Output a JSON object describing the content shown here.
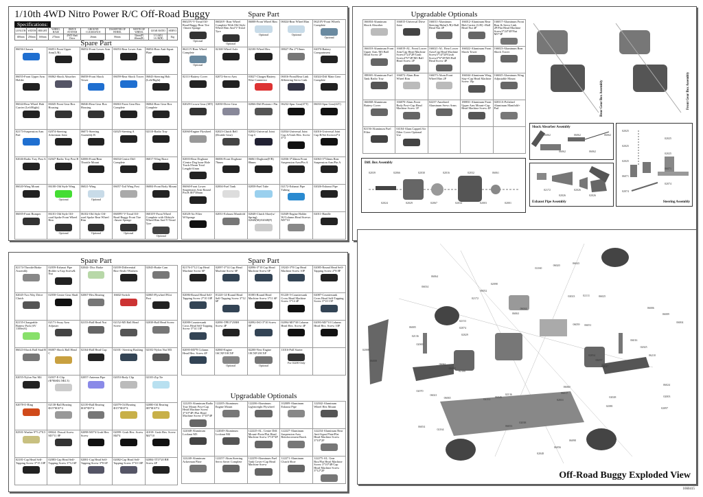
{
  "title": "1/10th 4WD Nitro Power R/C  Off-Road Buggy",
  "specs_label": "Specifications:",
  "specs": {
    "headers": [
      "LENGTH",
      "WIDTH",
      "HEIGHT",
      "WHEEL BASE",
      "DRIVE SYSTEM",
      "GROUND CLEARANCE",
      "DIAMETER OF WHEEL",
      "WIDTH OF WHEEL",
      "GEAR RATIO",
      "SERVO"
    ],
    "values": [
      "400mm",
      "250mm",
      "160mm",
      "275mm",
      "4WD Shaft Drive",
      "26mm",
      "86mm",
      "32mm(F) 40mm(R)",
      "1:5.44(L) 1:6.38(H)",
      "3kg"
    ]
  },
  "spare_heading": "Spare Part",
  "optionals_heading": "Upgradable Optionals",
  "optional_label": "Optional",
  "grid_tl_a": [
    {
      "t": "06056-Chassis",
      "c": "#1f6fd0"
    },
    {
      "t": "06051-Front Upper Arm(L/R)",
      "c": "#222"
    },
    {
      "t": "06052-Front Lower Arm",
      "c": "#222"
    },
    {
      "t": "06053-Rear Lower Arm",
      "c": "#222"
    },
    {
      "t": "06054-Rear Anti-Squat Plate",
      "c": "#222"
    },
    {
      "t": "06055-Front Upper Arm Holder",
      "c": "#222"
    },
    {
      "t": "06062-Shock Absorber",
      "c": "#556"
    },
    {
      "t": "06058-Front Shock Tower",
      "c": "#1f6fd0"
    },
    {
      "t": "06059-Rear Shock Tower",
      "c": "#1f6fd0"
    },
    {
      "t": "06043-Steering Hub (Left/Right)",
      "c": "#222"
    },
    {
      "t": "06044-Rear Wheel Hub Carrier (Left/Right)",
      "c": "#222"
    },
    {
      "t": "06045-Front Gear Box Housing",
      "c": "#333"
    },
    {
      "t": "06046-Rear Gear Box Housing",
      "c": "#333"
    },
    {
      "t": "06063-Front Gear Box Complete",
      "c": "#222"
    },
    {
      "t": "06064-Rear Gear Box Complete",
      "c": "#222"
    },
    {
      "t": "02173-Suspension Arm Pad",
      "c": "#1f6fd0"
    },
    {
      "t": "02074-Steering Ackerman Joint",
      "c": "#222"
    },
    {
      "t": "06071-Steering Assembly B",
      "c": "#222"
    },
    {
      "t": "02025-Steering A",
      "c": "#222"
    },
    {
      "t": "02110-Radio Tray",
      "c": "#222"
    },
    {
      "t": "02046-Radio Tray Post   A",
      "c": "#222"
    },
    {
      "t": "02047-Radio Tray Post   B",
      "c": "#222"
    },
    {
      "t": "02006-Front/Rear Throttle Mount",
      "c": "#222"
    },
    {
      "t": "06034-Centre Diff Complete",
      "c": "#222"
    },
    {
      "t": "06017-Wing Brace",
      "c": "#222"
    },
    {
      "t": "06020-Wing Mount",
      "c": "#222"
    },
    {
      "t": "06100-Old Style Wing",
      "c": "#44dd33",
      "o": true
    },
    {
      "t": "06021-Wing",
      "c": "#c8dbe8",
      "o": true
    },
    {
      "t": "06057-Tail Wing Post",
      "c": "#aaa"
    },
    {
      "t": "06004-Front Body Mount",
      "c": "#222"
    },
    {
      "t": "06005-Front Bumper",
      "c": "#333"
    },
    {
      "t": "06101-Old Style Off-road Spoke Front Wheel Rim",
      "c": "#333",
      "o": true
    },
    {
      "t": "06102-Old Style Off-road Spoke Rear Wheel Rim",
      "c": "#333",
      "o": true
    },
    {
      "t": "06009V-V-Tread Off-Road Buggy Front Tire +Insert Sponge",
      "c": "#333",
      "o": true
    },
    {
      "t": "06010V-Front Wheel Complete with Oldstyle Wheel Rim And V-Tread Tyre",
      "c": "#444",
      "o": true
    }
  ],
  "grid_tl_b": [
    {
      "t": "06025V-V-Tread Off-Road Buggy Rear Tire +Insert Sponge",
      "c": "#333",
      "o": true
    },
    {
      "t": "06026V- Rear Wheel Complete With Old Style Wheel Rim And V-Tread Tyre",
      "c": "#333",
      "o": true
    },
    {
      "t": "06008-Front Wheel Rim",
      "c": "#c8dbe8",
      "o": true
    },
    {
      "t": "06024-Rear Wheel Rim",
      "c": "#c8dbe8",
      "o": true
    },
    {
      "t": "06210V-Front Wheels Complete",
      "c": "#6a8aa0",
      "o": true
    },
    {
      "t": "06211V-Rear Wheel Complete",
      "c": "#6a8aa0",
      "o": true
    },
    {
      "t": "02168-Wheel Axle",
      "c": "#222"
    },
    {
      "t": "02100-Wheel Hex.",
      "c": "#222"
    },
    {
      "t": "08027-Pin 2*10mm",
      "c": "#777"
    },
    {
      "t": "02070-Battery Compartment",
      "c": "#222"
    },
    {
      "t": "02111-Battery Cover",
      "c": "#222"
    },
    {
      "t": "02072-Servo Arm",
      "c": "#222"
    },
    {
      "t": "03027-Charger/Battery Wire Connector",
      "c": "#d33"
    },
    {
      "t": "06016-Front/Rear Link &Steering Servo Link",
      "c": "#334"
    },
    {
      "t": "02024-Diff Main Gear Complete",
      "c": "#222"
    },
    {
      "t": "02029-Crown Gear (38T)",
      "c": "#333"
    },
    {
      "t": "02030-Drive Gear",
      "c": "#889"
    },
    {
      "t": "02066-Diff.Pinions+ Pin",
      "c": "#555"
    },
    {
      "t": "06232-Spur Gear(47T)",
      "c": "#111"
    },
    {
      "t": "06033-Spur Gear(42T)",
      "c": "#111"
    },
    {
      "t": "02060-Engine Flywheel",
      "c": "#999"
    },
    {
      "t": "02023-Clutch Bell (Double Gear)",
      "c": "#444"
    },
    {
      "t": "02032-Universal Joint Cup C",
      "c": "#223"
    },
    {
      "t": "02034-Universal Joint Cup A/Grub Hex. Screw 4*4",
      "c": "#111"
    },
    {
      "t": "02016-Universal Joint Cup B/Set Screws4*4",
      "c": "#111"
    },
    {
      "t": "02003-Rear Dogbone /Centre Dog bone Hole Track:55mm Total Length:61mm",
      "c": "#222"
    },
    {
      "t": "06006-Front Dogbone 76mm",
      "c": "#222"
    },
    {
      "t": "06061-Dogbone(F/R) 86mm",
      "c": "#222"
    },
    {
      "t": "02036-3*44mm Front Suspension Arm/Pin A",
      "c": "#222"
    },
    {
      "t": "02063-3*54mm Rear Suspension Arm/Pin A",
      "c": "#222"
    },
    {
      "t": "06060-Front Lower Suspension Arm Round Pin B Φ3*38mm",
      "c": "#222"
    },
    {
      "t": "02004-Fuel Tank",
      "c": "#ddd"
    },
    {
      "t": "02058-Fuel Tube",
      "c": "#9ad0ee"
    },
    {
      "t": "02172-Exhaust Pipe Tubing",
      "c": "#2a8ad0"
    },
    {
      "t": "02026-Exhaust Pipe",
      "c": "#222"
    },
    {
      "t": "02028-Air Filter W/Sponge",
      "c": "#111"
    },
    {
      "t": "02031-Exhaust Manifold",
      "c": "#777"
    },
    {
      "t": "02048-Clutch Shoe(w/ Spring) 02048(M)/02048(F)",
      "c": "#ccc"
    },
    {
      "t": "02049-Engine Holder W/Column Head Screws   M3*10",
      "c": "#888"
    },
    {
      "t": "02011-Handle",
      "c": "#222"
    }
  ],
  "grid_tr": [
    {
      "t": "166004-Aluminum Shock Absorber",
      "c": "#bbb"
    },
    {
      "t": "166015-Universal Drive Joint",
      "c": "#444"
    },
    {
      "t": "166011-Aluminum Steering Hubs(L/R)+Ball Head Nut 4P",
      "c": "#666"
    },
    {
      "t": "166012-Aluminum Rear Hub Carrier (L/R) +Ball Head Nut 4P",
      "c": "#666"
    },
    {
      "t": "166017-Aluminum Front Rear & Servo Link 2P/Flat Head Machine Screw3*24*4P/Nut M3*4P",
      "c": "#777"
    },
    {
      "t": "166018-Aluminum Front Upper Arm /M3 Ball Head Screw 2P",
      "c": "#666"
    },
    {
      "t": "166019-AL. Front Lower Arm/Cap Head Machine Screw3*24*2P/Grub Screw4*6*2P/M3 Ball Head Screw 2P",
      "c": "#666"
    },
    {
      "t": "166021-AL. Rear Lower Arm/Cap Head Machine Screw3*14*2P/Grub Screw4*6*2P/M3 Ball Head Screw 4P",
      "c": "#666"
    },
    {
      "t": "166022-Aluminum Front Shock Tower",
      "c": "#666"
    },
    {
      "t": "166023-Aluminum Rear Shock Tower",
      "c": "#666"
    },
    {
      "t": "188065-Aluminum Fuel Tank Radio Tray",
      "c": "#555"
    },
    {
      "t": "166072-Alum.Rear Wheel Rim",
      "c": "#bbb"
    },
    {
      "t": "166073-Alum.Front Wheel Rim    2P",
      "c": "#bbb"
    },
    {
      "t": "166044-Aluminum Wing Stay+Cap Head Machine Screw 10p",
      "c": "#555"
    },
    {
      "t": "166045-Aluminum Wing Adjustable Mount",
      "c": "#666"
    },
    {
      "t": "166068-Aluminum Battery  Cover",
      "c": "#666"
    },
    {
      "t": "166070-Alum.Front Body Post+Cap Head Machine Screw 1P",
      "c": "#666"
    },
    {
      "t": "02237-Anodized Aluminum Servo Arms",
      "c": "#666"
    },
    {
      "t": "188831-Aluminum Front Upper Arm Mount+Cap Head Machine Screw 4P",
      "c": "#555"
    },
    {
      "t": "02031A-Polished Aluminum Manifold+ Pad",
      "c": "#777"
    },
    {
      "t": "02156-Aluminum Fuel Filter",
      "c": "#444"
    },
    {
      "t": "04104-Alum.Capped Air Filter Cover Optional Use",
      "c": "#444"
    },
    {
      "t": ""
    },
    {
      "t": ""
    },
    {
      "t": ""
    }
  ],
  "grid_bl_a": [
    {
      "t": "02174-Throttle/Brake Assembly",
      "c": "#888"
    },
    {
      "t": "02059-Exhaust Pipe Holder w/Cap Screw& Nut",
      "c": "#222"
    },
    {
      "t": "02044- Disc Brake",
      "c": "#b8d8a8"
    },
    {
      "t": "02039-Differential Box+Seals+Washers",
      "c": "#222"
    },
    {
      "t": "02043-Brake Cam",
      "c": "#777"
    },
    {
      "t": "02045-Two Way Drive Clutch",
      "c": "#555"
    },
    {
      "t": "02058-Centre Gear Shaft",
      "c": "#111"
    },
    {
      "t": "02067-Hex.Bearing",
      "c": "#777"
    },
    {
      "t": "16602-Switch",
      "c": "#c33"
    },
    {
      "t": "02065-Flywheel Pilot Post",
      "c": "#222"
    },
    {
      "t": "02155-Chargeable Battery Pack (6V 1100mA)",
      "c": "#88e06a"
    },
    {
      "t": "02171-Sway Arm Adjuster",
      "c": "#444"
    },
    {
      "t": "02153-Ball Head Nut",
      "c": "#666"
    },
    {
      "t": "02152-M5 Ball Head Screw",
      "c": "#555"
    },
    {
      "t": "02038-Ball Head Screw",
      "c": "#777"
    },
    {
      "t": "06023-Shock Ball Stud B",
      "c": "#777"
    },
    {
      "t": "06007-Shock Ball Head C",
      "c": "#c8a040"
    },
    {
      "t": "02164-Ball Head Cup",
      "c": "#222"
    },
    {
      "t": "02101- Steering Bushing",
      "c": "#345"
    },
    {
      "t": "02102-Nylon Nut M3",
      "c": "#555"
    },
    {
      "t": "02055-Nylon Nut M4",
      "c": "#222"
    },
    {
      "t": "02037-E-Clip (Φ7Φ4Φ2.5Φ2.3)",
      "c": "#ccc"
    },
    {
      "t": "02057-Antenna Pipe",
      "c": "#8a8ae8"
    },
    {
      "t": "02053-Body Clip",
      "c": "#bbb"
    },
    {
      "t": "02103-Zip Tie",
      "c": "#b8e0f0"
    },
    {
      "t": "02078-O-Ring",
      "c": "#d04a1a"
    },
    {
      "t": "02138-Ball Bearing Φ15*Φ10*4",
      "c": "#999"
    },
    {
      "t": "02139-Ball Bearing Φ10*Φ5*4",
      "c": "#777"
    },
    {
      "t": "02079-Oil Bearing Φ15*Φ10*4",
      "c": "#c8b048"
    },
    {
      "t": "02080-Oil Bearing Φ5*Φ10*4",
      "c": "#c8b048"
    },
    {
      "t": "02501-Washer 9*5.2*0.5",
      "c": "#c8c080"
    },
    {
      "t": "08024- Doscal Screw M3*11          8P",
      "c": "#333"
    },
    {
      "t": "02098-M3*4 Grub Hex. Screw",
      "c": "#111"
    },
    {
      "t": "02099- Grub Hex. Screw M4*4",
      "c": "#111"
    },
    {
      "t": "41018- Grub Hex. Screw M4*10",
      "c": "#111"
    },
    {
      "t": "02181-Cap Head Self-Tapping Screw 3*15  10P",
      "c": "#222"
    },
    {
      "t": "02083-Cap Head Self-Tapping Screw 3*12   6P",
      "c": "#333"
    },
    {
      "t": "02081-Cap Head Self-Tapping Screw 3*8  6P",
      "c": "#556"
    },
    {
      "t": "02082-Cap Head Self-Tapping Screw 3*10 10P",
      "c": "#556"
    },
    {
      "t": "02084-TT3*20 BH Screw        4P",
      "c": "#222"
    }
  ],
  "grid_bl_b": [
    {
      "t": "02176-3*12 Cap Head Machine Screw  6P",
      "c": "#222"
    },
    {
      "t": "02097-3*14 Cap Head Machine Screw  6P",
      "c": "#345"
    },
    {
      "t": "02096-3*10 Cap Head Machine Screw  6P",
      "c": "#345"
    },
    {
      "t": "18243-3*8 Cap Head Machine Screw  10P",
      "c": "#345"
    },
    {
      "t": "02085-Round Head Self-Tapping Screw 2*8      8P",
      "c": "#222"
    },
    {
      "t": "02086-Round Head Self-Tapping Screw 2*10     10P",
      "c": "#345"
    },
    {
      "t": "81220-14-Round Head Self-Tapping Screw 3*12     6P",
      "c": "#345"
    },
    {
      "t": "01083-Round Head Machine Screw 3*11     6P",
      "c": "#222"
    },
    {
      "t": "81220-5-Countersunk Cross Head Machine Screw 3*14  4P",
      "c": "#111"
    },
    {
      "t": "02087-Countersunk Cross Head Self-Tapping Screw 3*10  15P",
      "c": "#345"
    },
    {
      "t": "02088-Countersunk Cross Head Self-Tapping Screw 3*14  13P",
      "c": "#345"
    },
    {
      "t": "02090-TPE3*25BH Screw     4P",
      "c": "#222"
    },
    {
      "t": "02092-ISO 3*10 Screw     8P",
      "c": "#345"
    },
    {
      "t": "02094-M3*30 Column Head Hex. Screw  4P",
      "c": "#111"
    },
    {
      "t": "02093-M3*10 Column Head Hex. Screw  10P",
      "c": "#111"
    },
    {
      "t": "02095-M3*8 Column Head Hex. Screw  4P",
      "c": "#345"
    },
    {
      "t": "02060-Engine 16CXP/18CXP",
      "c": "#888",
      "o": true
    },
    {
      "t": "02200-New Engine 18CXP/20CXP",
      "c": "#777",
      "o": true
    },
    {
      "t": "11016-Pull Starter",
      "c": "#333",
      "n": "For 02200 Only"
    },
    {
      "t": ""
    }
  ],
  "grid_bl_opt": [
    {
      "t": "122203-Aluminum Radio Tray Mount Post+Cap Head Machine Screw 3*10*4P+Flat Head Machine Screw 3*10*4P",
      "c": "#666"
    },
    {
      "t": "122205-Aluminum Engine Mount",
      "c": "#777"
    },
    {
      "t": "122206-Aluminum Lightweight Flywheel",
      "c": "#666"
    },
    {
      "t": "102009-Aluminum Exhaust Pipe",
      "c": "#888"
    },
    {
      "t": "122042-Aluminum Wheel Hex Mount",
      "c": "#555"
    },
    {
      "t": "122048-Aluminum Locknut M3",
      "c": "#444"
    },
    {
      "t": "122049-Aluminum Locknut M4",
      "c": "#555"
    },
    {
      "t": "122225-AL. Centre Diff. Mount+Posts/Flat Head Machine Screw 3*10*4P",
      "c": "#666"
    },
    {
      "t": "122227-Aluminum Suspension Arm Reinforcement Brack",
      "c": "#777"
    },
    {
      "t": "122234-Aluminum Rear Anti-Squat Plate/Flat Head Machine Screw 3*10*2P",
      "c": "#777"
    },
    {
      "t": "122240-Aluminum Ackerman Plate",
      "c": "#777"
    },
    {
      "t": "122257-Alum.Steering Servo Saver Complete",
      "c": "#666"
    },
    {
      "t": "122259-Aluminum Fuel Tank Cover+Cap Head Machine Screw",
      "c": "#666"
    },
    {
      "t": "122271-Aluminum Clutch Shoe",
      "c": "#666"
    },
    {
      "t": "122275-AL. Gear Box/Flat Head Machine Screw 3*10*4P/Cap Head Machine Screw 3*12*2P",
      "c": "#777"
    }
  ],
  "assemblies": {
    "rear_gear_box": "Rear Gear Box Assembly",
    "front_gear_box": "Front Gear Box Assembly",
    "diff_box": "Diff. Box Assembly",
    "shock": "Shock Absorber Assembly",
    "exhaust": "Exhaust Pipe Assembly",
    "steering": "Steering Assembly"
  },
  "assembly_callouts": {
    "shock": [
      "06062",
      "06062",
      "06062",
      "06062",
      "06062"
    ],
    "exhaust": [
      "02172",
      "02026",
      "02026",
      "02026"
    ],
    "steering": [
      "02025",
      "02025",
      "02025",
      "02025",
      "02025",
      "06071",
      "06071",
      "02074",
      "02074"
    ],
    "diff": [
      "02039",
      "02024",
      "02066",
      "02029",
      "02030",
      "02067",
      "02016",
      "02034",
      "02032",
      "02003",
      "06061",
      "02001"
    ]
  },
  "exploded": {
    "title": "Off-Road Buggy Exploded View",
    "callouts": [
      "02054",
      "06065",
      "02160",
      "06060",
      "02069",
      "06006",
      "02136",
      "02172",
      "06024",
      "02100",
      "02023",
      "06098",
      "02029",
      "06016",
      "02164",
      "06063",
      "02028",
      "06008",
      "06059",
      "02038",
      "06034",
      "06057",
      "06021",
      "06020",
      "06017",
      "02136",
      "06009",
      "06045",
      "06052",
      "02003",
      "06062",
      "02111",
      "06056",
      "02074",
      "02025",
      "06054",
      "06044",
      "02081",
      "02088",
      "06051",
      "06053",
      "06064",
      "02027",
      "02070",
      "06043",
      "02031",
      "06005",
      "06004",
      "02151",
      "02098",
      "02097",
      "06061",
      "06025",
      "02048",
      "02153",
      "06210"
    ]
  },
  "page_code": "1660415"
}
